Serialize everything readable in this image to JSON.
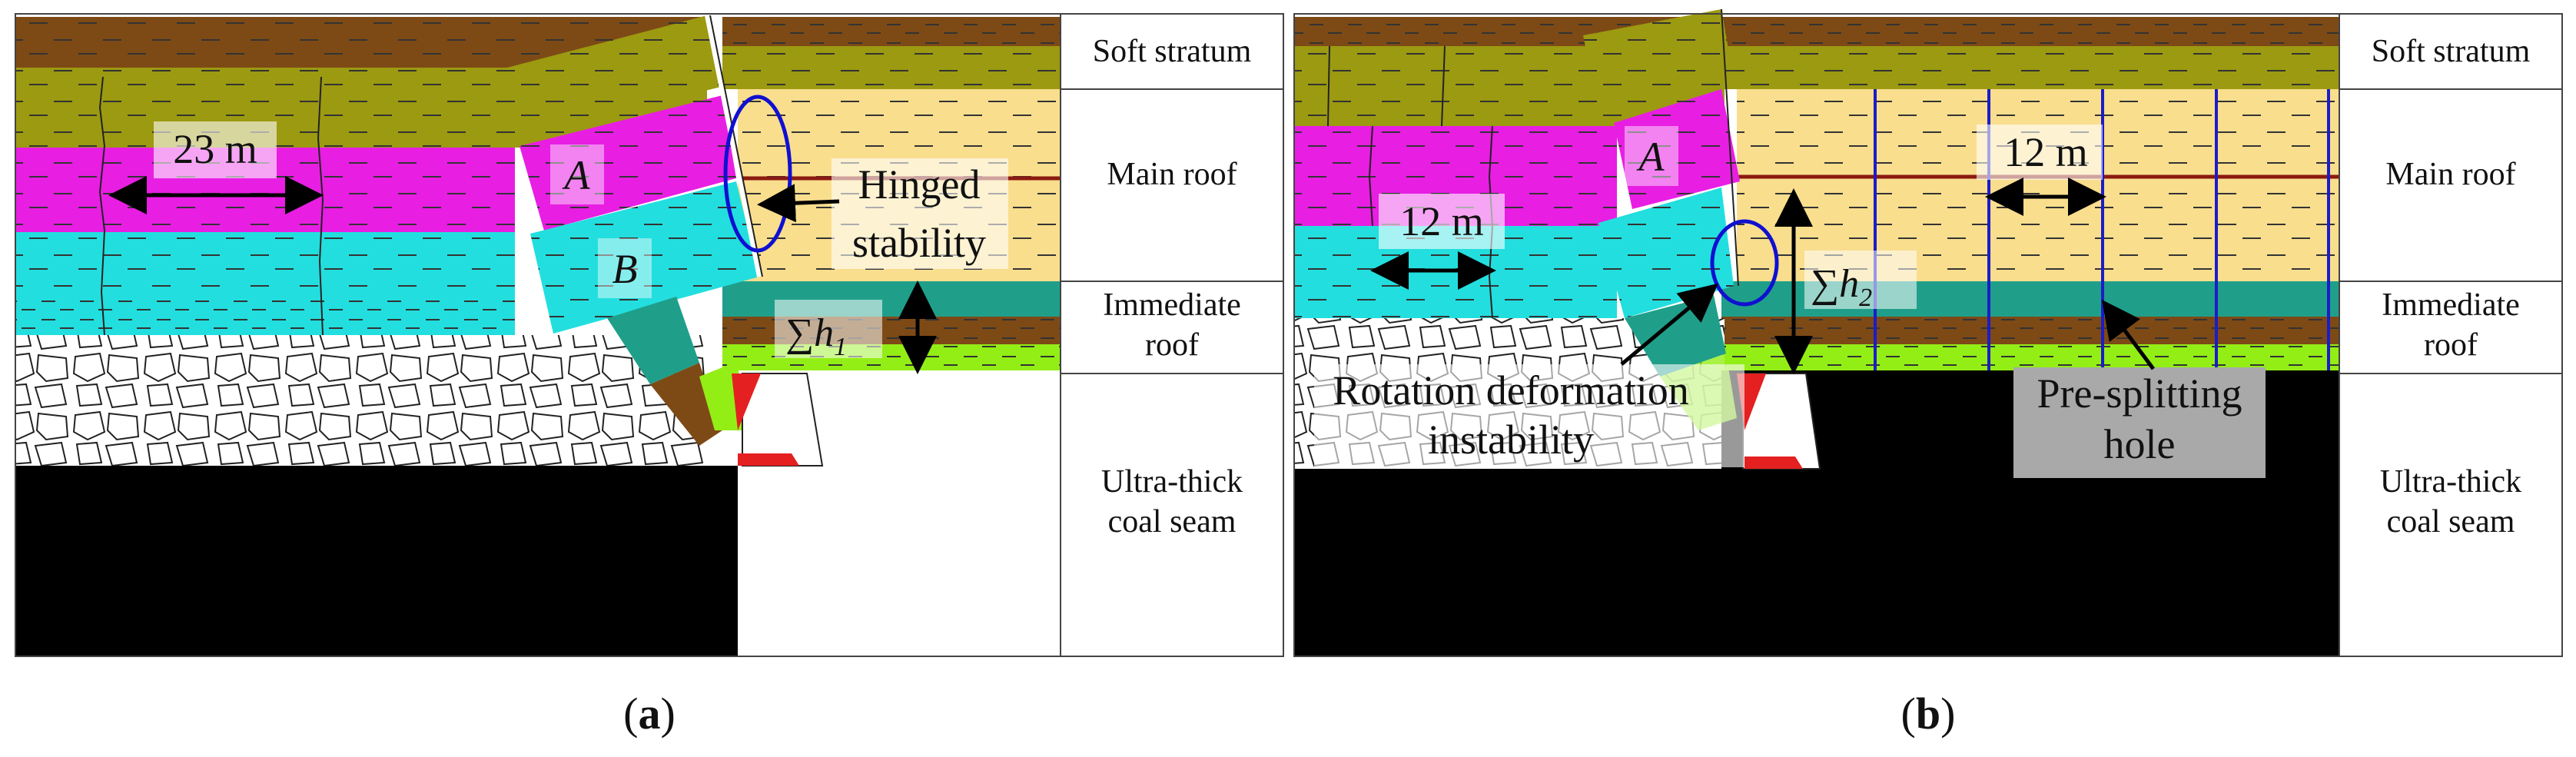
{
  "panel_a": {
    "caption_letter": "a",
    "layer_labels": {
      "soft": "Soft stratum",
      "main_roof": "Main roof",
      "immediate_1": "Immediate",
      "immediate_2": "roof",
      "coal_1": "Ultra-thick",
      "coal_2": "coal seam"
    },
    "annotations": {
      "span": "23 m",
      "block_a": "A",
      "block_b": "B",
      "hinged_1": "Hinged",
      "hinged_2": "stability",
      "height_sym": "∑h",
      "height_sub": "1"
    }
  },
  "panel_b": {
    "caption_letter": "b",
    "layer_labels": {
      "soft": "Soft stratum",
      "main_roof": "Main roof",
      "immediate_1": "Immediate",
      "immediate_2": "roof",
      "coal_1": "Ultra-thick",
      "coal_2": "coal seam"
    },
    "annotations": {
      "span_left": "12 m",
      "span_right": "12 m",
      "block_a": "A",
      "height_sym": "∑h",
      "height_sub": "2",
      "rotation_1": "Rotation deformation",
      "rotation_2": "instability",
      "presplit_1": "Pre-splitting",
      "presplit_2": "hole"
    }
  },
  "colors": {
    "olive": "#9c9a10",
    "brown": "#7d4a16",
    "magenta": "#e81ee3",
    "cyan": "#23dede",
    "sand": "#f9de8e",
    "teal": "#1f9f8a",
    "lime": "#93ee16",
    "coal": "#000000",
    "hole": "#1c1cc8",
    "ellipse": "#1010d0"
  }
}
